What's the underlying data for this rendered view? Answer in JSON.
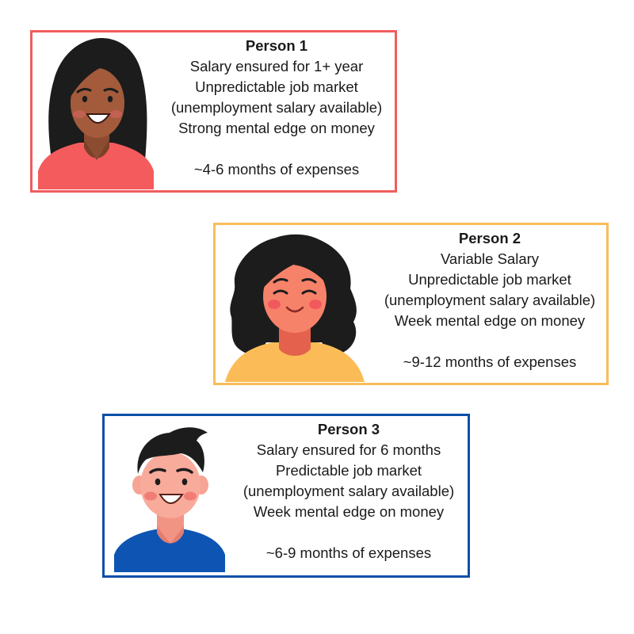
{
  "colors": {
    "person1_border": "#f05d5e",
    "person2_border": "#f9bd59",
    "person3_border": "#0b4fa8"
  },
  "persons": [
    {
      "title": "Person 1",
      "lines": [
        "Salary ensured for 1+ year",
        "Unpredictable job market",
        "(unemployment salary available)",
        "Strong mental edge on money"
      ],
      "result": "~4-6 months of expenses",
      "avatar": "woman-long-hair-icon"
    },
    {
      "title": "Person 2",
      "lines": [
        "Variable Salary",
        "Unpredictable job market",
        "(unemployment salary available)",
        "Week mental edge on money"
      ],
      "result": "~9-12 months of expenses",
      "avatar": "woman-wavy-hair-icon"
    },
    {
      "title": "Person 3",
      "lines": [
        "Salary ensured for 6 months",
        "Predictable job market",
        "(unemployment salary available)",
        "Week mental edge on money"
      ],
      "result": "~6-9 months of expenses",
      "avatar": "man-short-hair-icon"
    }
  ]
}
